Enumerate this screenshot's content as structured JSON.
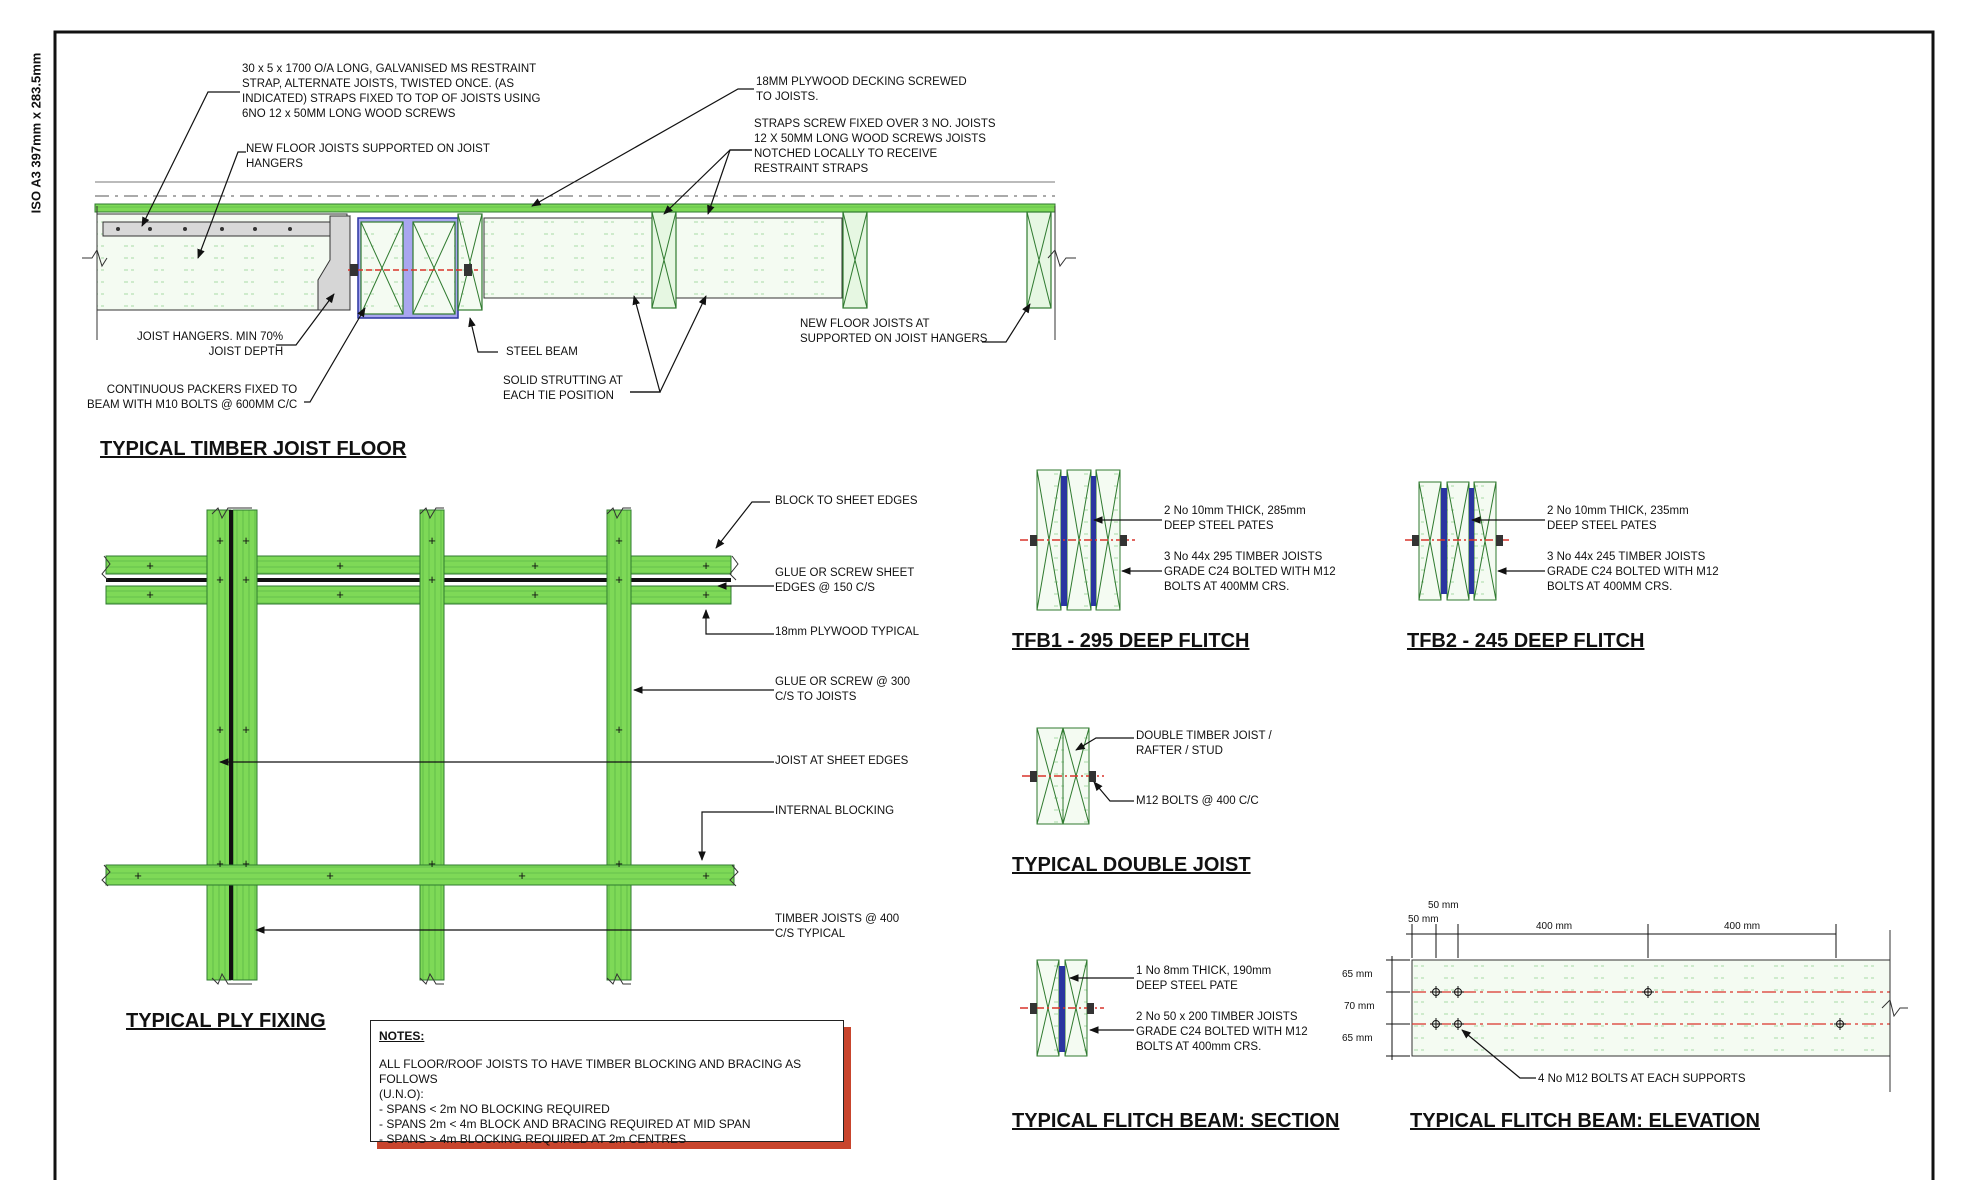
{
  "sheet": {
    "size_label": "ISO A3 397mm x 283.5mm"
  },
  "titles": {
    "timber_joist_floor": "TYPICAL TIMBER JOIST FLOOR",
    "ply_fixing": "TYPICAL PLY FIXING",
    "tfb1": "TFB1 - 295 DEEP FLITCH",
    "tfb2": "TFB2 - 245 DEEP FLITCH",
    "double_joist": "TYPICAL DOUBLE JOIST",
    "flitch_section": "TYPICAL FLITCH BEAM: SECTION",
    "flitch_elevation": "TYPICAL FLITCH BEAM: ELEVATION"
  },
  "floor_labels": {
    "restraint_strap": "30 x 5 x 1700 O/A LONG, GALVANISED MS RESTRAINT\nSTRAP, ALTERNATE JOISTS, TWISTED ONCE. (AS\nINDICATED) STRAPS FIXED TO TOP OF JOISTS USING\n6NO 12 x 50MM LONG WOOD SCREWS",
    "new_joists": "NEW FLOOR JOISTS SUPPORTED ON JOIST\nHANGERS",
    "plywood_decking": "18MM PLYWOOD DECKING SCREWED\nTO JOISTS.",
    "straps_screw": "STRAPS SCREW FIXED OVER 3 NO. JOISTS\n12 X 50MM LONG WOOD SCREWS JOISTS\nNOTCHED LOCALLY TO RECEIVE\nRESTRAINT STRAPS",
    "joist_hangers": "JOIST HANGERS. MIN 70%\nJOIST DEPTH",
    "packers": "CONTINUOUS PACKERS FIXED TO\nBEAM WITH M10 BOLTS @ 600MM C/C",
    "steel_beam": "STEEL BEAM",
    "strutting": "SOLID STRUTTING AT\nEACH TIE POSITION",
    "new_joists_at": "NEW FLOOR JOISTS AT\nSUPPORTED ON JOIST HANGERS"
  },
  "ply_labels": {
    "block_edges": "BLOCK TO SHEET EDGES",
    "glue_edges": "GLUE OR SCREW SHEET\nEDGES @ 150 C/S",
    "plywood_typical": "18mm PLYWOOD TYPICAL",
    "glue_joists": "GLUE OR SCREW @ 300\nC/S TO JOISTS",
    "joist_edges": "JOIST AT SHEET EDGES",
    "internal_blocking": "INTERNAL BLOCKING",
    "timber_joists": "TIMBER JOISTS @ 400\nC/S TYPICAL"
  },
  "notes": {
    "heading": "NOTES:",
    "body": "ALL FLOOR/ROOF JOISTS TO HAVE TIMBER BLOCKING AND BRACING AS FOLLOWS\n(U.N.O):\n - SPANS < 2m NO BLOCKING REQUIRED\n - SPANS 2m < 4m BLOCK AND BRACING REQUIRED AT MID SPAN\n - SPANS > 4m BLOCKING REQUIRED AT 2m CENTRES"
  },
  "tfb1_labels": {
    "plates": "2 No 10mm THICK, 285mm\nDEEP STEEL PATES",
    "joists": "3 No 44x 295 TIMBER JOISTS\nGRADE C24 BOLTED WITH M12\nBOLTS AT 400MM CRS."
  },
  "tfb2_labels": {
    "plates": "2 No 10mm THICK, 235mm\nDEEP STEEL PATES",
    "joists": "3 No 44x 245 TIMBER JOISTS\nGRADE C24 BOLTED WITH M12\nBOLTS AT 400MM CRS."
  },
  "double_joist_labels": {
    "joist": "DOUBLE TIMBER JOIST /\nRAFTER / STUD",
    "bolts": "M12 BOLTS @ 400 C/C"
  },
  "section_labels": {
    "plate": "1 No 8mm THICK, 190mm\nDEEP STEEL PATE",
    "joists": "2 No 50 x 200 TIMBER JOISTS\nGRADE C24 BOLTED WITH M12\nBOLTS AT 400mm CRS."
  },
  "elevation_labels": {
    "dim_50_top": "50 mm",
    "dim_50": "50 mm",
    "dim_400_a": "400 mm",
    "dim_400_b": "400 mm",
    "dim_65_top": "65 mm",
    "dim_70": "70 mm",
    "dim_65_bot": "65 mm",
    "bolts": "4 No M12 BOLTS AT EACH SUPPORTS"
  },
  "colors": {
    "timber": "#7ed957",
    "timber_dark": "#2f7a2f",
    "steel": "#2a35a0",
    "steel_beam": "#a9a6f0",
    "centreline": "#d9342b",
    "notes_shadow": "#c8452d"
  }
}
